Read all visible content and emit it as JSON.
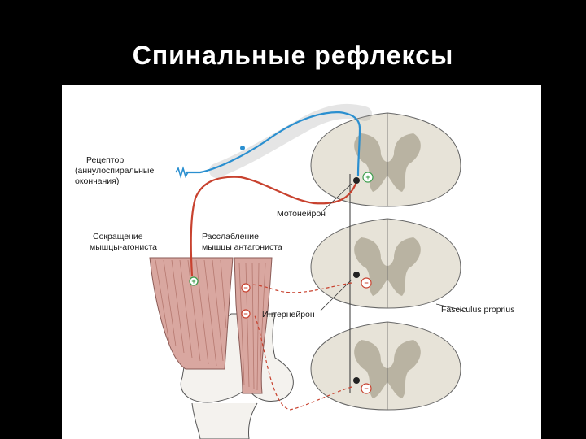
{
  "slide": {
    "title": "Спинальные рефлексы"
  },
  "diagram": {
    "labels": {
      "receptor_line1": "Рецептор",
      "receptor_line2": "(аннулоспиральные",
      "receptor_line3": "окончания)",
      "contraction_line1": "Сокращение",
      "contraction_line2": "мышцы-агониста",
      "relaxation_line1": "Расслабление",
      "relaxation_line2": "мышцы антагониста",
      "motoneuron": "Мотонейрон",
      "interneuron": "Интернейрон",
      "fasciculus": "Fasciculus proprius"
    },
    "symbols": {
      "excitatory": "+",
      "inhibitory": "−"
    },
    "colors": {
      "sensory_fiber": "#2a8fd0",
      "motor_fiber": "#c8422f",
      "grey_matter": "#b9b3a2",
      "white_matter": "#e7e3d8",
      "muscle": "#d9a7a0",
      "bone": "#f4f2ee"
    }
  }
}
